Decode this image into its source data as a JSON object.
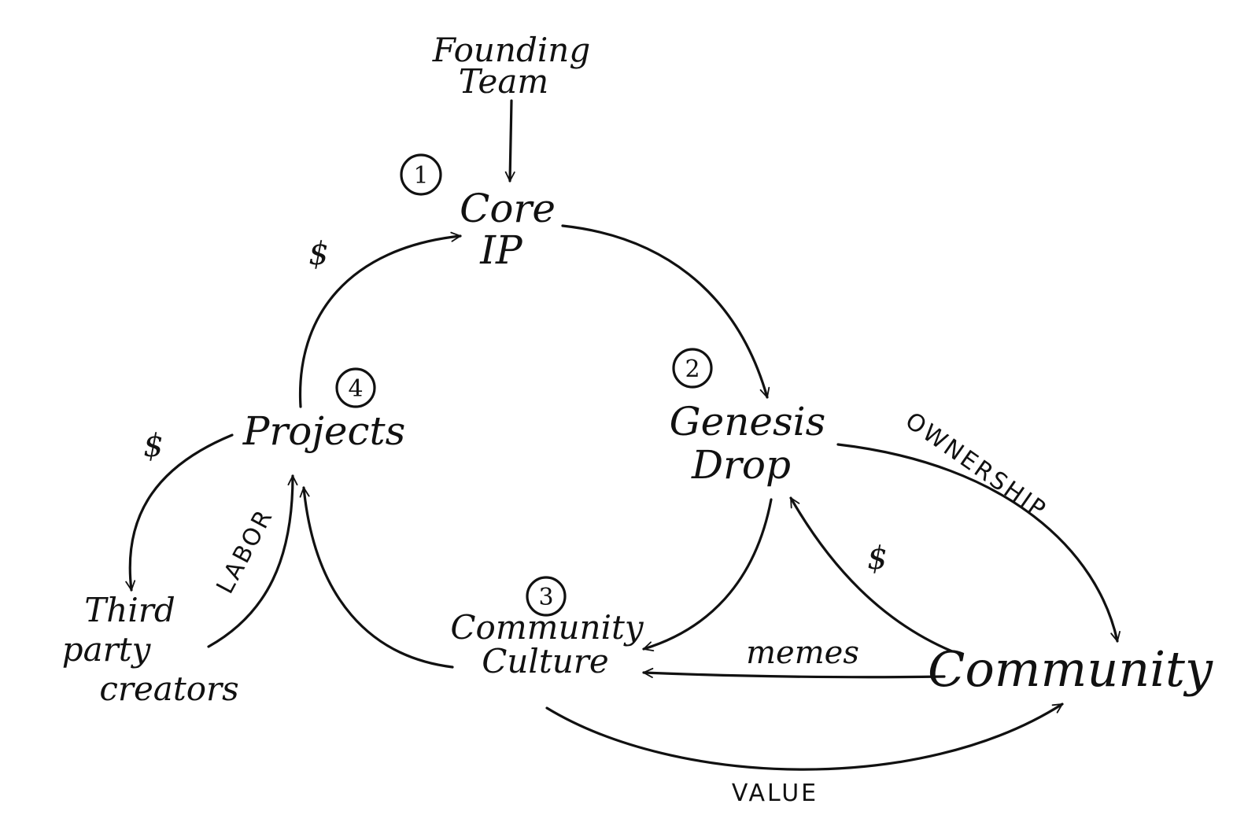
{
  "nodes": {
    "founding_team": [
      "Founding",
      "Team"
    ],
    "core_ip": [
      "Core",
      "IP"
    ],
    "genesis_drop": [
      "Genesis",
      "Drop"
    ],
    "community_culture": [
      "Community",
      "Culture"
    ],
    "projects": "Projects",
    "third_party_creators": [
      "Third",
      "party",
      "creators"
    ],
    "community": "Community"
  },
  "step_numbers": [
    "1",
    "2",
    "3",
    "4"
  ],
  "edge_labels": {
    "projects_to_core_ip": "$",
    "projects_to_creators": "$",
    "creators_to_projects": "LABOR",
    "genesis_to_community": "OWNERSHIP",
    "community_to_genesis": "$",
    "community_to_culture": "memes",
    "culture_to_community": "VALUE"
  }
}
